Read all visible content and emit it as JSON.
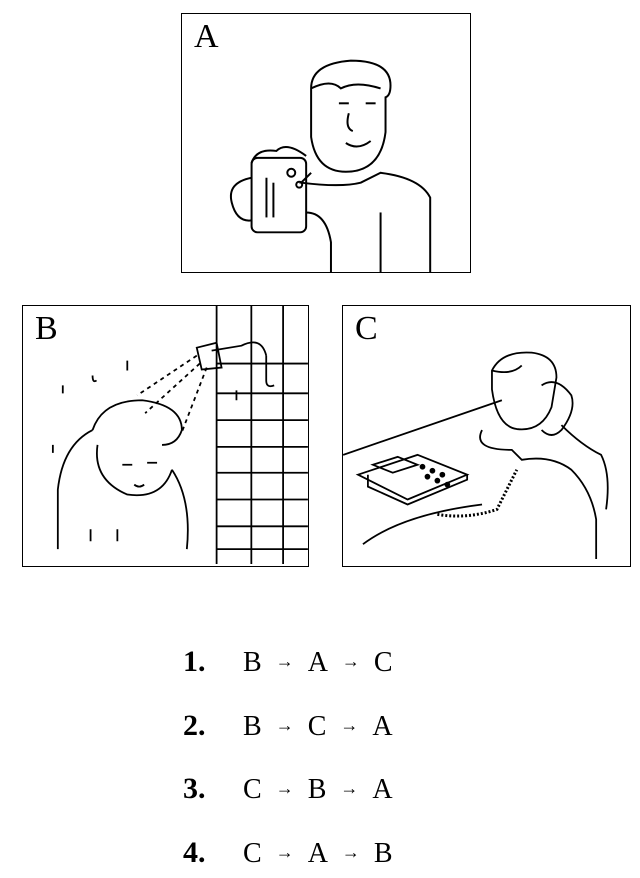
{
  "panels": [
    {
      "letter": "A",
      "scene": "man-drinking-beer"
    },
    {
      "letter": "B",
      "scene": "man-taking-shower"
    },
    {
      "letter": "C",
      "scene": "man-on-telephone"
    }
  ],
  "options": [
    {
      "number": "1.",
      "seq": [
        "B",
        "A",
        "C"
      ]
    },
    {
      "number": "2.",
      "seq": [
        "B",
        "C",
        "A"
      ]
    },
    {
      "number": "3.",
      "seq": [
        "C",
        "B",
        "A"
      ]
    },
    {
      "number": "4.",
      "seq": [
        "C",
        "A",
        "B"
      ]
    }
  ],
  "arrow": "→"
}
